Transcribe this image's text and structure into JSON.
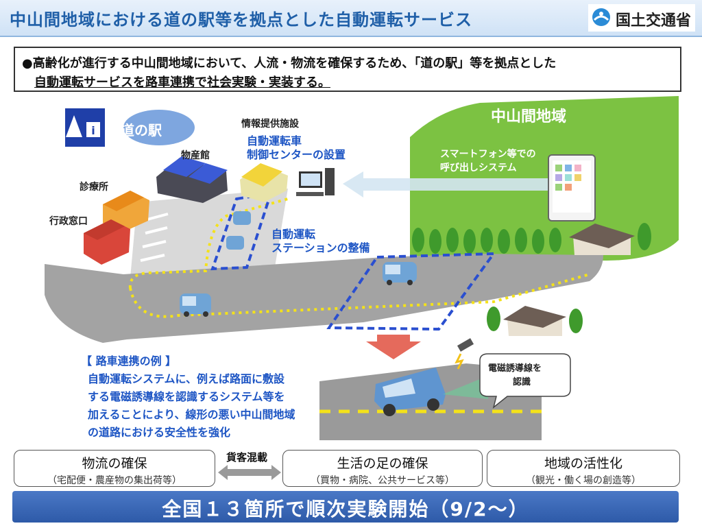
{
  "header": {
    "title": "中山間地域における道の駅等を拠点とした自動運転サービス",
    "ministry": "国土交通省"
  },
  "summary": {
    "line1": "●高齢化が進行する中山間地域において、人流・物流を確保するため、「道の駅」等を拠点とした",
    "line2": "自動運転サービスを路車連携で社会実験・実装する。"
  },
  "diagram": {
    "michi_no_eki": "道の駅",
    "bussankan": "物産館",
    "shinryojo": "診療所",
    "gyosei_madoguchi": "行政窓口",
    "info_facility": "情報提供施設",
    "control_center_line1": "自動運転車",
    "control_center_line2": "制御センターの設置",
    "station_line1": "自動運転",
    "station_line2": "ステーションの整備",
    "region": "中山間地域",
    "smartphone_line1": "スマートフォン等での",
    "smartphone_line2": "呼び出しシステム",
    "recognition_line1": "電磁誘導線を",
    "recognition_line2": "認識"
  },
  "example": {
    "heading": "【 路車連携の例 】",
    "lines": [
      "自動運転システムに、例えば路面に敷設",
      "する電磁誘導線を認識するシステム等を",
      "加えることにより、線形の悪い中山間地域",
      "の道路における安全性を強化"
    ]
  },
  "benefits": {
    "cargo_mix": "貨客混載",
    "items": [
      {
        "title": "物流の確保",
        "sub": "（宅配便・農産物の集出荷等）"
      },
      {
        "title": "生活の足の確保",
        "sub": "（買物・病院、公共サービス等）"
      },
      {
        "title": "地域の活性化",
        "sub": "（観光・働く場の創造等）"
      }
    ]
  },
  "banner": {
    "text": "全国１３箇所で順次実験開始（9/2～）"
  },
  "colors": {
    "title_blue": "#1f5fa8",
    "label_blue": "#1d55c4",
    "banner_blue": "#2e5aa8",
    "green_area": "#7cc242",
    "road_gray": "#9a9a9a"
  }
}
